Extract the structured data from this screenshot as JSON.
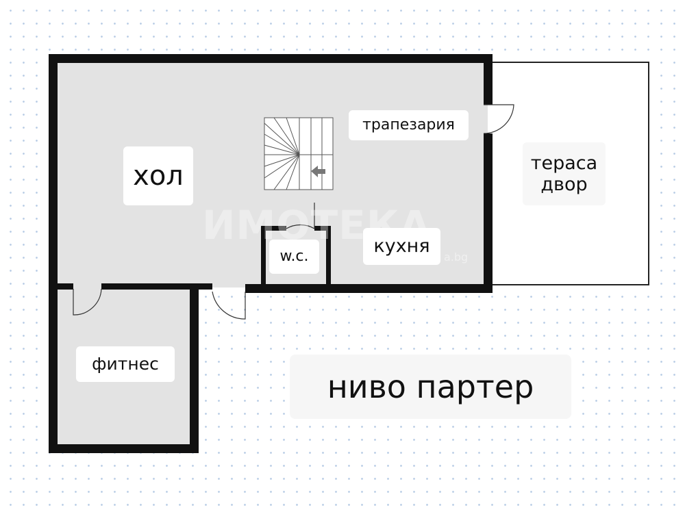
{
  "rooms": {
    "hall": "хол",
    "dining": "трапезария",
    "terrace_line1": "тераса",
    "terrace_line2": "двор",
    "kitchen": "кухня",
    "wc": "w.c.",
    "fitness": "фитнес"
  },
  "level_title": "ниво партер",
  "watermark": {
    "text": "ИМОТЕКА",
    "sub": "a.bg"
  },
  "colors": {
    "wall": "#111111",
    "floor": "#e3e3e3",
    "terrace": "#ffffff",
    "grid_dot": "#b9cde6"
  }
}
